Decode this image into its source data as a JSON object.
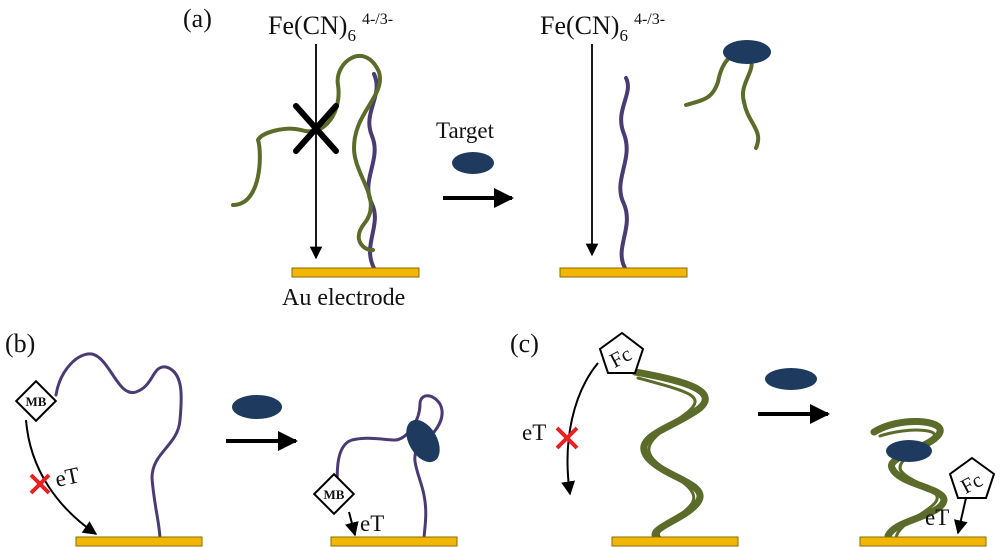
{
  "panels": {
    "a": {
      "label": "(a)",
      "probe_name": "Fe(CN)",
      "probe_sub": "6",
      "probe_sup": "4-/3-",
      "target_label": "Target",
      "electrode_label": "Au electrode"
    },
    "b": {
      "label": "(b)",
      "reporter": "MB",
      "transfer_label": "eT"
    },
    "c": {
      "label": "(c)",
      "reporter": "Fc",
      "transfer_label": "eT"
    }
  },
  "colors": {
    "electrode": "#F2B705",
    "aptamer_purple": "#4A3B73",
    "strand_green": "#5B6B2A",
    "target": "#1F3A5F",
    "block": "#E82020",
    "arrow": "#000000"
  }
}
